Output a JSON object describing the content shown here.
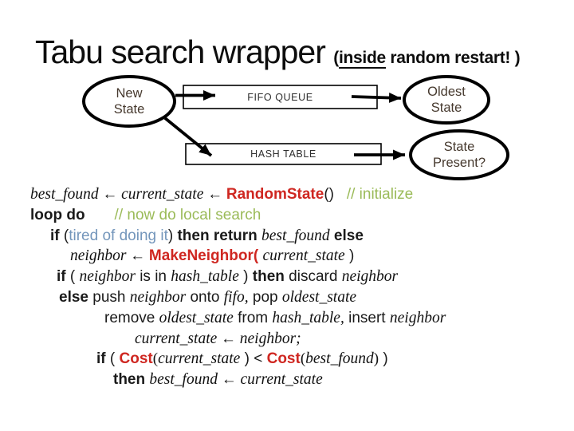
{
  "title": {
    "main": "Tabu search wrapper ",
    "sub_open": "(",
    "sub_underlined": "inside",
    "sub_rest": " random restart! )"
  },
  "diagram": {
    "new_state_label": "New\nState",
    "fifo_label": "FIFO QUEUE",
    "oldest_state_label": "Oldest\nState",
    "hash_table_label": "HASH TABLE",
    "state_present_label": "State\nPresent?"
  },
  "colors": {
    "function_red": "#cf2721",
    "comment_green": "#9bbb59",
    "condition_blue": "#7496bb",
    "shape_text_brown": "#46392e",
    "stroke_black": "#000000",
    "background": "#ffffff"
  },
  "code": {
    "lines": [
      {
        "indent": 38,
        "segments": [
          {
            "t": "best_found",
            "c": "var"
          },
          {
            "t": " ← ",
            "c": "serif"
          },
          {
            "t": "current_state",
            "c": "var"
          },
          {
            "t": " ← ",
            "c": "serif"
          },
          {
            "t": "RandomState",
            "c": "fn"
          },
          {
            "t": "()",
            "c": "plain"
          },
          {
            "t": "   // initialize",
            "c": "comment"
          }
        ]
      },
      {
        "indent": 38,
        "segments": [
          {
            "t": "loop do",
            "c": "kw"
          },
          {
            "t": "       // now do local search",
            "c": "comment"
          }
        ]
      },
      {
        "indent": 63,
        "segments": [
          {
            "t": "if ",
            "c": "kw"
          },
          {
            "t": "(",
            "c": "plain"
          },
          {
            "t": "tired of doing it",
            "c": "cond"
          },
          {
            "t": ") ",
            "c": "plain"
          },
          {
            "t": "then return ",
            "c": "kw"
          },
          {
            "t": "best_found",
            "c": "var"
          },
          {
            "t": " ",
            "c": "plain"
          },
          {
            "t": "else",
            "c": "kw"
          }
        ]
      },
      {
        "indent": 88,
        "segments": [
          {
            "t": "neighbor",
            "c": "var"
          },
          {
            "t": " ← ",
            "c": "serif"
          },
          {
            "t": "MakeNeighbor(",
            "c": "fn"
          },
          {
            "t": " ",
            "c": "plain"
          },
          {
            "t": "current_state",
            "c": "var"
          },
          {
            "t": " )",
            "c": "plain"
          }
        ]
      },
      {
        "indent": 71,
        "segments": [
          {
            "t": "if ",
            "c": "kw"
          },
          {
            "t": "( ",
            "c": "plain"
          },
          {
            "t": "neighbor",
            "c": "var"
          },
          {
            "t": " is in ",
            "c": "plain"
          },
          {
            "t": "hash_table",
            "c": "var"
          },
          {
            "t": " ) ",
            "c": "plain"
          },
          {
            "t": "then",
            "c": "kw"
          },
          {
            "t": " discard ",
            "c": "plain"
          },
          {
            "t": "neighbor",
            "c": "var"
          }
        ]
      },
      {
        "indent": 74,
        "segments": [
          {
            "t": "else",
            "c": "kw"
          },
          {
            "t": " push ",
            "c": "plain"
          },
          {
            "t": "neighbor",
            "c": "var"
          },
          {
            "t": " onto ",
            "c": "plain"
          },
          {
            "t": "fifo,",
            "c": "var"
          },
          {
            "t": " pop ",
            "c": "plain"
          },
          {
            "t": "oldest_state",
            "c": "var"
          }
        ]
      },
      {
        "indent": 131,
        "segments": [
          {
            "t": "remove ",
            "c": "plain"
          },
          {
            "t": "oldest_state",
            "c": "var"
          },
          {
            "t": " from ",
            "c": "plain"
          },
          {
            "t": "hash_table,",
            "c": "var"
          },
          {
            "t": " insert ",
            "c": "plain"
          },
          {
            "t": "neighbor",
            "c": "var"
          }
        ]
      },
      {
        "indent": 169,
        "segments": [
          {
            "t": "current_state",
            "c": "var"
          },
          {
            "t": " ← ",
            "c": "serif"
          },
          {
            "t": "neighbor;",
            "c": "var"
          }
        ]
      },
      {
        "indent": 121,
        "segments": [
          {
            "t": "if",
            "c": "kw"
          },
          {
            "t": " ( ",
            "c": "plain"
          },
          {
            "t": "Cost",
            "c": "fn"
          },
          {
            "t": "(",
            "c": "serif"
          },
          {
            "t": "current_state",
            "c": "var"
          },
          {
            "t": " ) < ",
            "c": "plain"
          },
          {
            "t": "Cost",
            "c": "fn"
          },
          {
            "t": "(",
            "c": "serif"
          },
          {
            "t": "best_found",
            "c": "var"
          },
          {
            "t": ")",
            "c": "serif"
          },
          {
            "t": " )",
            "c": "plain"
          }
        ]
      },
      {
        "indent": 142,
        "segments": [
          {
            "t": "then ",
            "c": "kw"
          },
          {
            "t": "best_found",
            "c": "var"
          },
          {
            "t": " ← ",
            "c": "serif"
          },
          {
            "t": "current_state",
            "c": "var"
          }
        ]
      }
    ]
  }
}
